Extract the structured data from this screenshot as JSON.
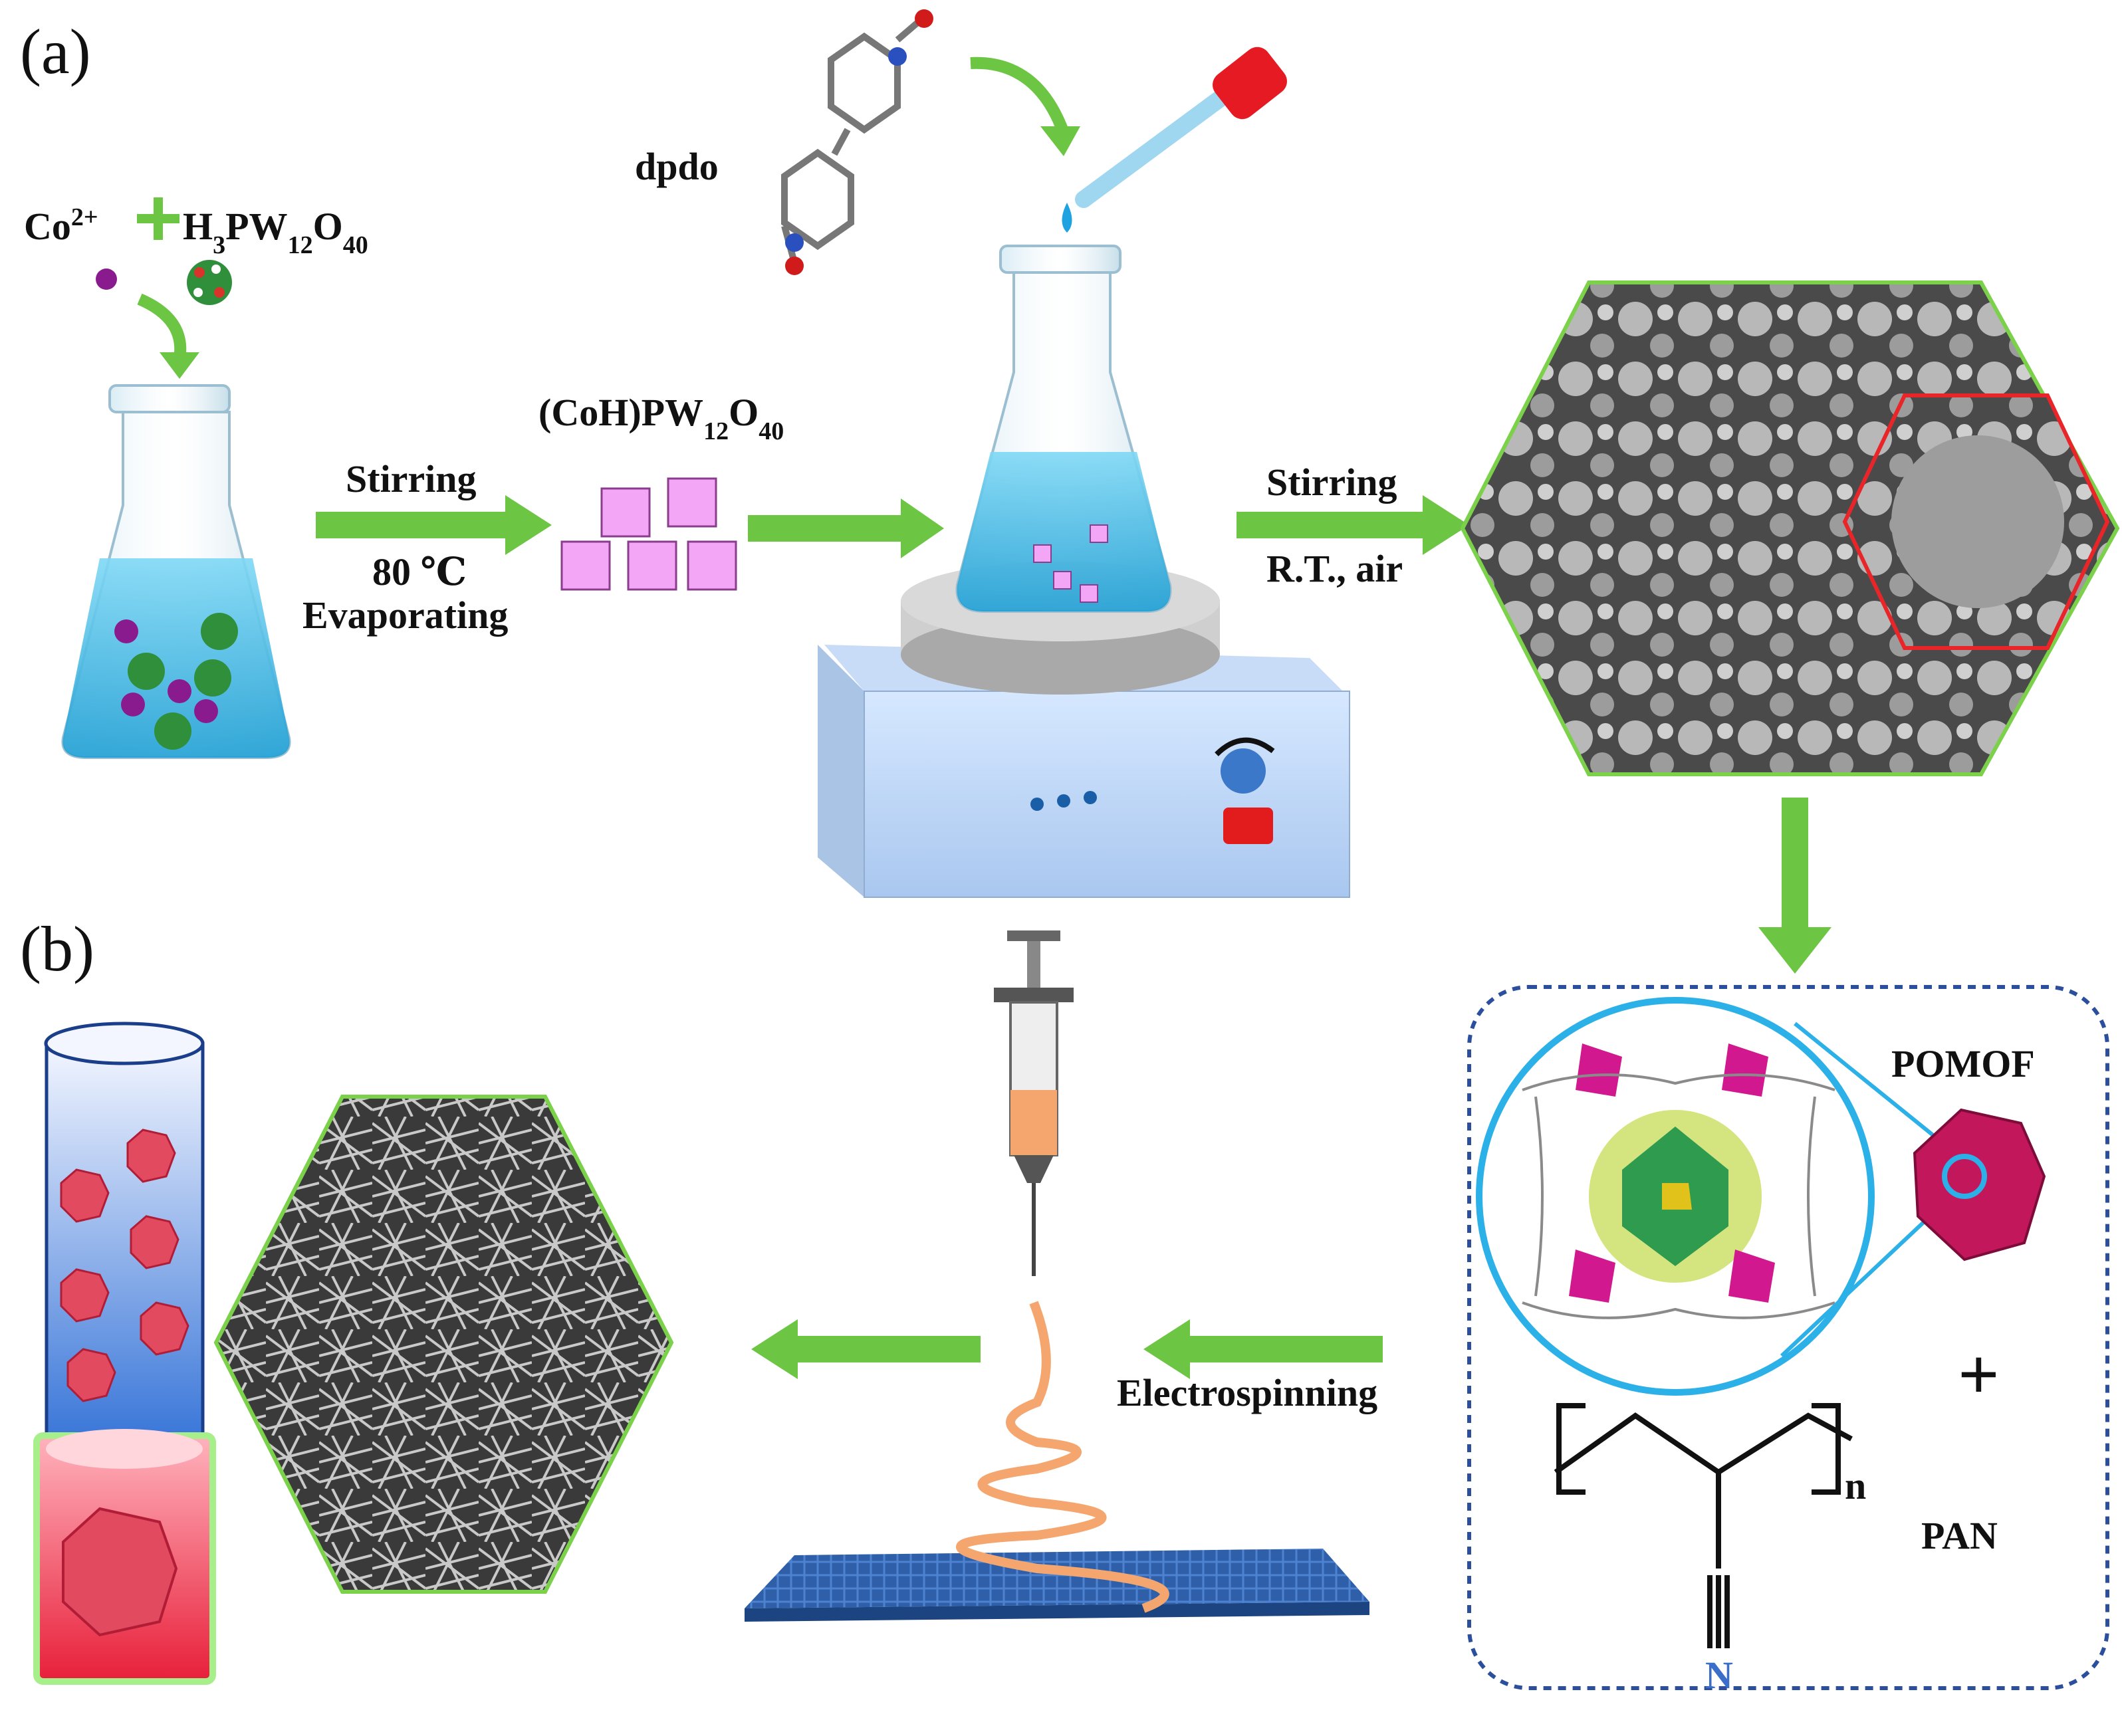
{
  "panels": {
    "a": "(a)",
    "b": "(b)"
  },
  "reactants": {
    "cobalt": "Co",
    "cobalt_charge": "2+",
    "acid_H": "H",
    "acid_H_sub": "3",
    "acid_PW": "PW",
    "acid_PW_sub": "12",
    "acid_O": "O",
    "acid_O_sub": "40"
  },
  "ligand": "dpdo",
  "intermediate": {
    "prefix": "(CoH)PW",
    "sub1": "12",
    "mid": "O",
    "sub2": "40"
  },
  "step1": {
    "line1": "Stirring",
    "line2": "80 ℃",
    "line3": "Evaporating"
  },
  "step2": {
    "line1": "Stirring",
    "line2": "R.T., air"
  },
  "step3": {
    "line1": "Electrospinning"
  },
  "product": {
    "pomof": "POMOF",
    "plus": "+",
    "pan": "PAN",
    "n": "n",
    "nitrogen": "N"
  },
  "colors": {
    "arrow": "#6cc644",
    "liquid": "#3fb6e0",
    "cube": "#f2a6f5",
    "sem_border_green": "#7bd14a",
    "sem_border_red": "#e8262a",
    "pomof": "#c2185b",
    "dashed_box": "#2b4f9c",
    "circle": "#2bb0e8",
    "fiber": "#f4a66e"
  }
}
